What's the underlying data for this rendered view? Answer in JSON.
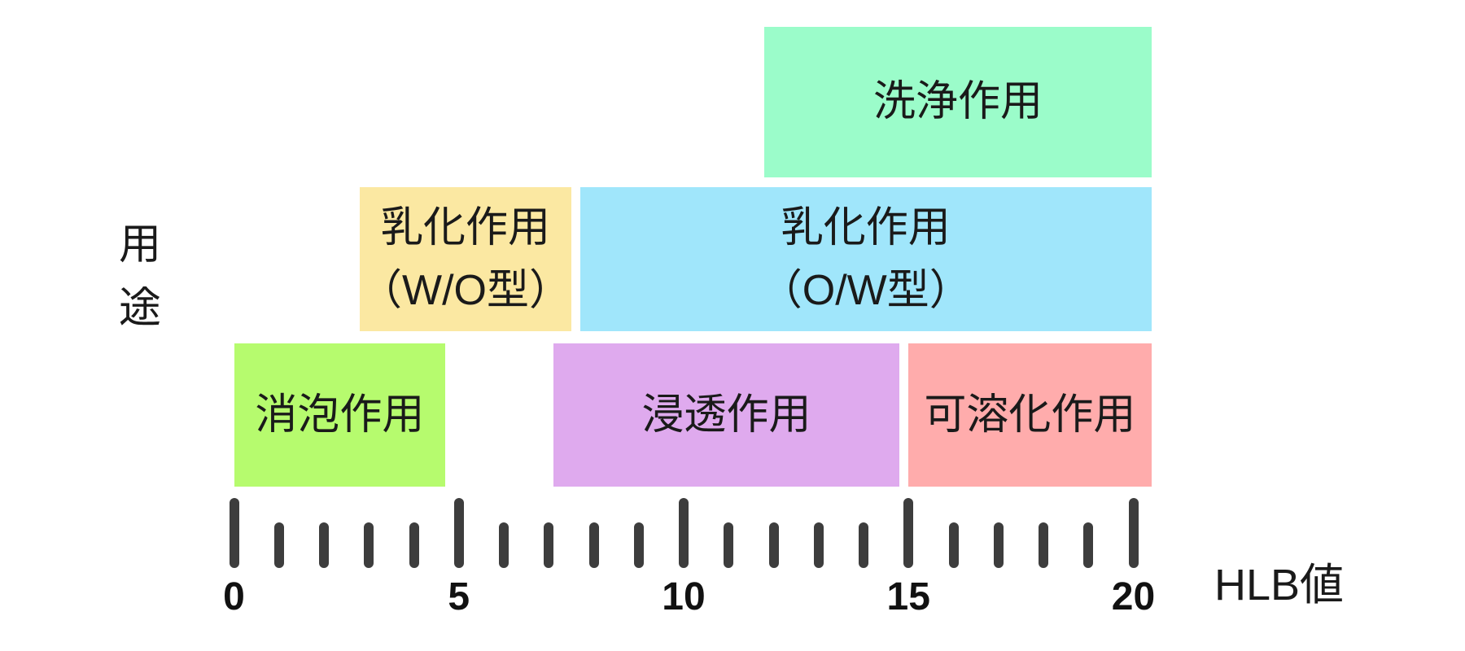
{
  "chart_data": {
    "type": "bar",
    "subtype": "horizontal-range-bars",
    "title": "",
    "y_axis": {
      "label": "用途"
    },
    "x_axis": {
      "label": "HLB値",
      "min": 0,
      "max": 20,
      "minor_step": 1,
      "major_step": 5,
      "labeled_ticks": [
        0,
        5,
        10,
        15,
        20
      ]
    },
    "grid": "off",
    "legend": "none",
    "bars": [
      {
        "name": "cleaning",
        "label_lines": [
          "洗浄作用"
        ],
        "hlb_range": [
          11.8,
          20.4
        ],
        "row": 0,
        "color": "#9bfcca"
      },
      {
        "name": "emulsification-wo",
        "label_lines": [
          "乳化作用",
          "（W/O型）"
        ],
        "hlb_range": [
          2.8,
          7.5
        ],
        "row": 1,
        "color": "#fbe8a2"
      },
      {
        "name": "emulsification-ow",
        "label_lines": [
          "乳化作用",
          "（O/W型）"
        ],
        "hlb_range": [
          7.7,
          20.4
        ],
        "row": 1,
        "color": "#a0e6fb"
      },
      {
        "name": "defoaming",
        "label_lines": [
          "消泡作用"
        ],
        "hlb_range": [
          0,
          4.7
        ],
        "row": 2,
        "color": "#b6fb6e"
      },
      {
        "name": "penetration",
        "label_lines": [
          "浸透作用"
        ],
        "hlb_range": [
          7.1,
          14.8
        ],
        "row": 2,
        "color": "#dfaaee"
      },
      {
        "name": "solubilization",
        "label_lines": [
          "可溶化作用"
        ],
        "hlb_range": [
          15.0,
          20.4
        ],
        "row": 2,
        "color": "#ffacac"
      }
    ],
    "colors": {
      "tick": "#3d3d3d",
      "text": "#1a1a1a",
      "background": "#ffffff"
    }
  }
}
